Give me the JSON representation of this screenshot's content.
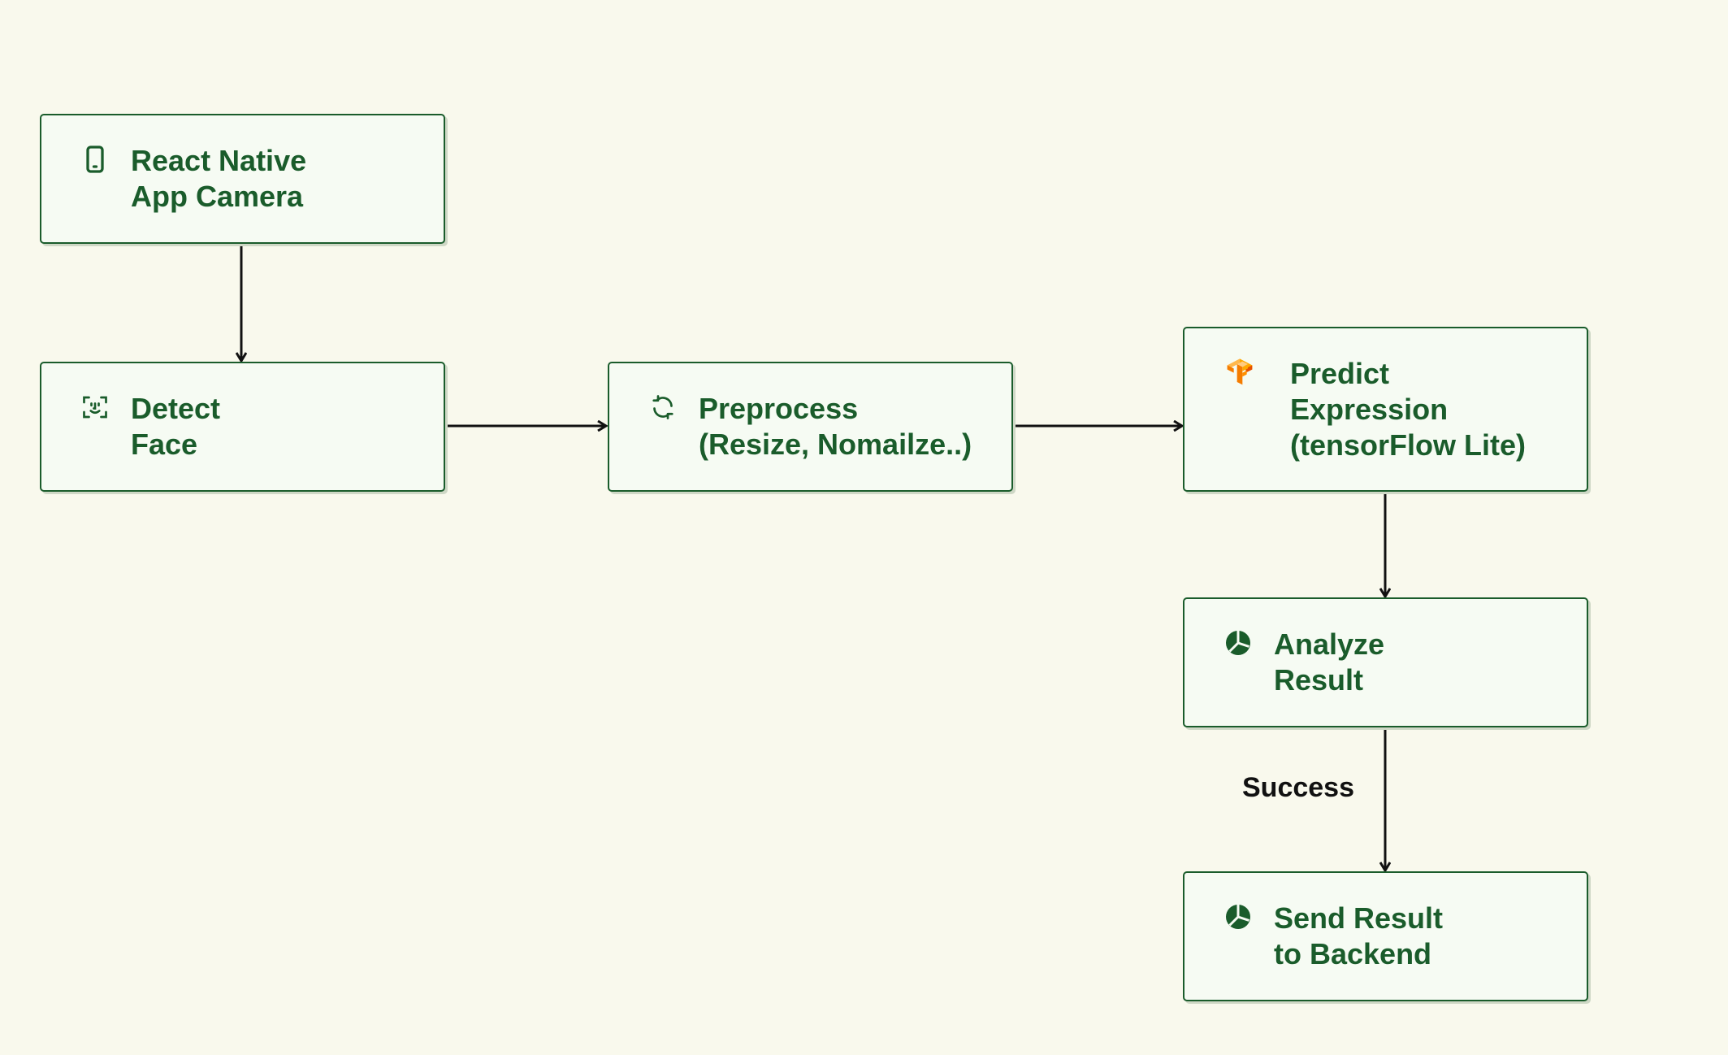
{
  "diagram": {
    "colors": {
      "background": "#f9f9ed",
      "node_fill": "#f6fbf3",
      "node_border": "#1a5c2b",
      "text": "#1a5c2b",
      "arrow": "#111111",
      "tensorflow_orange": "#f7931e"
    },
    "nodes": {
      "camera": {
        "icon": "phone-icon",
        "lines": [
          "React Native",
          "App Camera"
        ]
      },
      "detect": {
        "icon": "face-scan-icon",
        "lines": [
          "Detect",
          "Face"
        ]
      },
      "preprocess": {
        "icon": "refresh-icon",
        "lines": [
          "Preprocess",
          "(Resize, Nomailze..)"
        ]
      },
      "predict": {
        "icon": "tensorflow-icon",
        "lines": [
          "Predict",
          "Expression",
          "(tensorFlow Lite)"
        ]
      },
      "analyze": {
        "icon": "pie-chart-icon",
        "lines": [
          "Analyze",
          "Result"
        ]
      },
      "send": {
        "icon": "pie-chart-icon",
        "lines": [
          "Send Result",
          "to Backend"
        ]
      }
    },
    "edges": [
      {
        "from": "camera",
        "to": "detect",
        "label": ""
      },
      {
        "from": "detect",
        "to": "preprocess",
        "label": ""
      },
      {
        "from": "preprocess",
        "to": "predict",
        "label": ""
      },
      {
        "from": "predict",
        "to": "analyze",
        "label": ""
      },
      {
        "from": "analyze",
        "to": "send",
        "label": "Success"
      }
    ]
  }
}
